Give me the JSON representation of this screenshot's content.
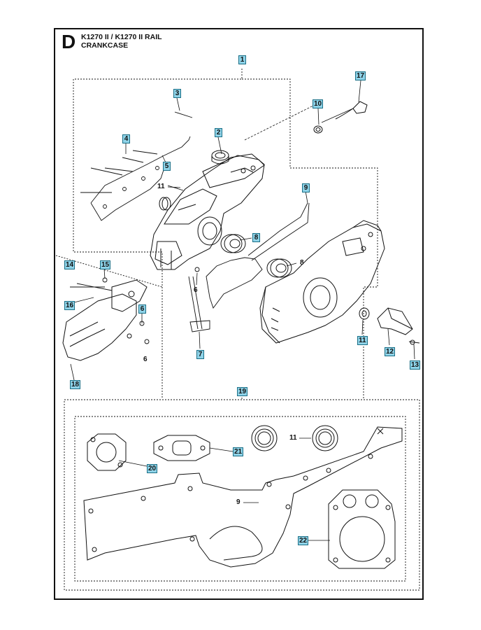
{
  "header": {
    "section_letter": "D",
    "model_title": "K1270 II / K1270 II RAIL",
    "section_title": "CRANKCASE"
  },
  "colors": {
    "callout_fill": "#8fd3e8",
    "callout_border": "#1b6f86",
    "line": "#111111"
  },
  "callouts": {
    "c1": "1",
    "c2": "2",
    "c3": "3",
    "c4": "4",
    "c5": "5",
    "c6a": "6",
    "c6b": "6",
    "c6c": "6",
    "c7": "7",
    "c8a": "8",
    "c8b": "8",
    "c9a": "9",
    "c9b": "9",
    "c10": "10",
    "c11a": "11",
    "c11b": "11",
    "c11c": "11",
    "c12": "12",
    "c13": "13",
    "c14": "14",
    "c15": "15",
    "c16": "16",
    "c17": "17",
    "c18": "18",
    "c19": "19",
    "c20": "20",
    "c21": "21",
    "c22": "22"
  }
}
